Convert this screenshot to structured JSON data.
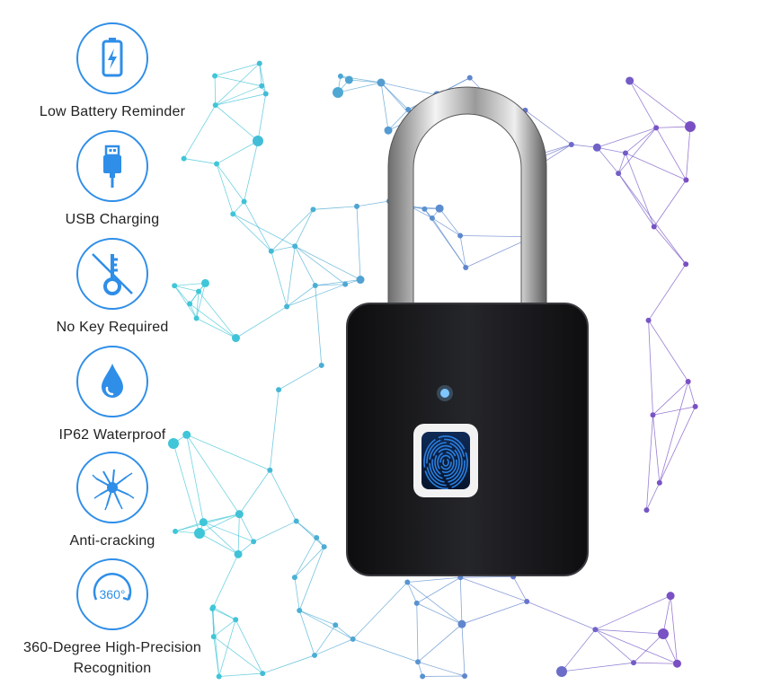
{
  "features": [
    {
      "label": "Low Battery Reminder",
      "icon": "battery-icon"
    },
    {
      "label": "USB Charging",
      "icon": "usb-cable-icon"
    },
    {
      "label": "No Key Required",
      "icon": "no-key-icon"
    },
    {
      "label": "IP62 Waterproof",
      "icon": "water-drop-icon"
    },
    {
      "label": "Anti-cracking",
      "icon": "crack-icon"
    },
    {
      "label": "360-Degree High-Precision\nRecognition",
      "icon": "rotation-360-icon"
    }
  ],
  "icon_text_360": "360°",
  "colors": {
    "icon_blue": "#2f8ee8",
    "network_cyan": "#3fc6d8",
    "network_purple": "#7a4fc4",
    "lock_body": "#1b1b1d",
    "fingerprint": "#2a7fe0"
  }
}
